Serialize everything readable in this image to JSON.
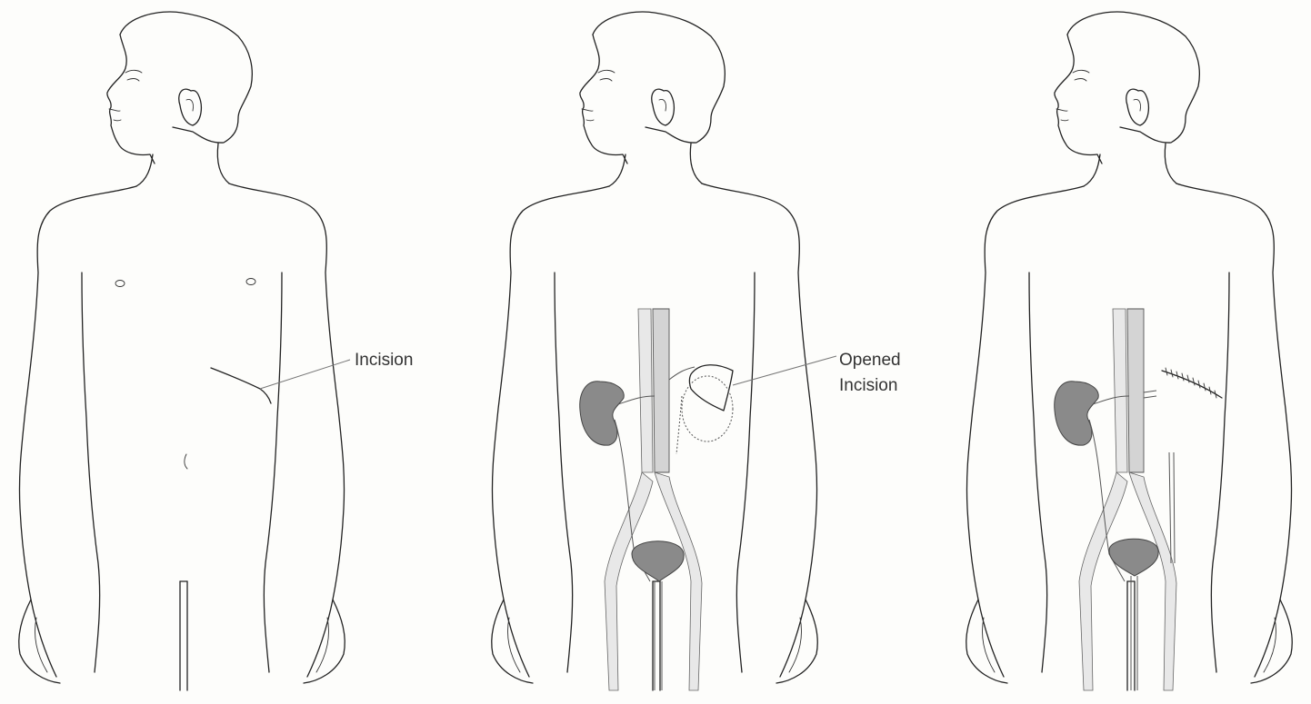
{
  "labels": {
    "incision": "Incision",
    "opened_incision_line1": "Opened",
    "opened_incision_line2": "Incision"
  },
  "colors": {
    "background": "#fdfdfb",
    "outline": "#222222",
    "organ_fill": "#8a8a8a",
    "vessel_fill": "#d4d4d4",
    "leader_line": "#777777"
  }
}
